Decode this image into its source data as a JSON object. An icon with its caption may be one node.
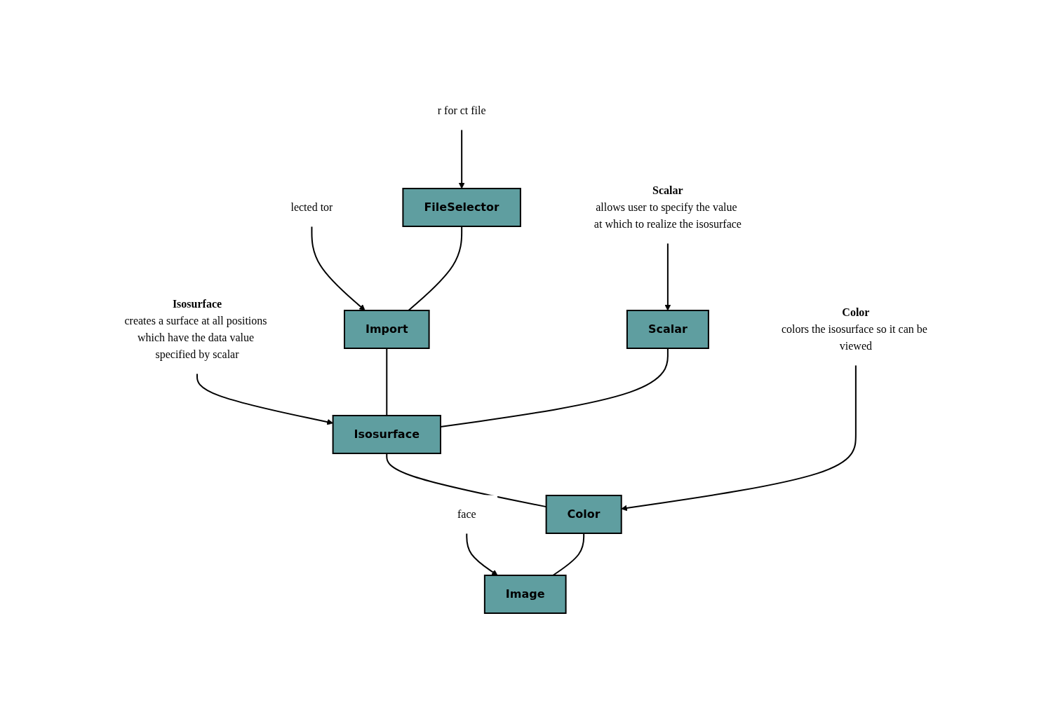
{
  "diagram": {
    "nodes": [
      {
        "text": [
          "r for ct file"
        ]
      },
      {
        "text": [
          "FileSelector"
        ]
      },
      {
        "text": [
          "Scalar",
          "allows user to specify the value at which to realize the isosurface"
        ]
      },
      {
        "text": [
          "lected tor"
        ]
      },
      {
        "text": [
          "Import"
        ]
      },
      {
        "text": [
          "Scalar"
        ]
      },
      {
        "text": [
          "Isosurface",
          "creates a surface at all positions which have the data value specified by scalar"
        ]
      },
      {
        "text": [
          "Isosurface"
        ]
      },
      {
        "text": [
          "face"
        ]
      },
      {
        "text": [
          "Image"
        ]
      },
      {
        "text": [
          "Color"
        ]
      },
      {
        "text": [
          "Color",
          "colors the isosurface so it can be viewed"
        ]
      }
    ],
    "edges": [
      {
        "from": 0,
        "to": 1,
        "arrow": "to"
      },
      {
        "from": 2,
        "to": 5,
        "arrow": "to"
      },
      {
        "from": 3,
        "to": 4,
        "arrow": "to"
      },
      {
        "from": 1,
        "to": 4,
        "arrow": "none"
      },
      {
        "from": 6,
        "to": 7,
        "arrow": "to"
      },
      {
        "from": 4,
        "to": 7,
        "arrow": "none"
      },
      {
        "from": 5,
        "to": 7,
        "arrow": "none"
      },
      {
        "from": 8,
        "to": 9,
        "arrow": "to"
      },
      {
        "from": 7,
        "to": 10,
        "arrow": "none"
      },
      {
        "from": 11,
        "to": 10,
        "arrow": "to"
      },
      {
        "from": 10,
        "to": 9,
        "arrow": "none"
      }
    ]
  }
}
